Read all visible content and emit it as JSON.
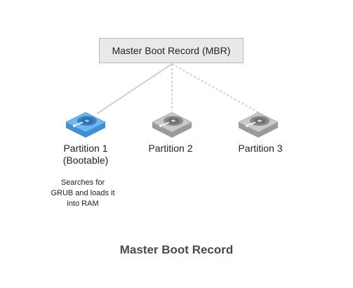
{
  "mbr": {
    "label": "Master Boot Record (MBR)"
  },
  "partitions": [
    {
      "label_line1": "Partition 1",
      "label_line2": "(Bootable)",
      "note_line1": "Searches for",
      "note_line2": "GRUB and loads it",
      "note_line3": "into RAM",
      "color": "#5aa9e6",
      "icon": "hard-drive-icon",
      "link_style": "solid"
    },
    {
      "label_line1": "Partition 2",
      "color": "#bdbdbd",
      "icon": "hard-drive-icon",
      "link_style": "dotted"
    },
    {
      "label_line1": "Partition 3",
      "color": "#bdbdbd",
      "icon": "hard-drive-icon",
      "link_style": "dotted"
    }
  ],
  "footer": {
    "title": "Master Boot Record"
  },
  "colors": {
    "bootable_drive": "#5aa9e6",
    "inactive_drive": "#bdbdbd",
    "connector": "#cfcfcf",
    "box_fill": "#e9e9e9",
    "box_border": "#b8b8b8",
    "title_text": "#4a4a4a"
  }
}
